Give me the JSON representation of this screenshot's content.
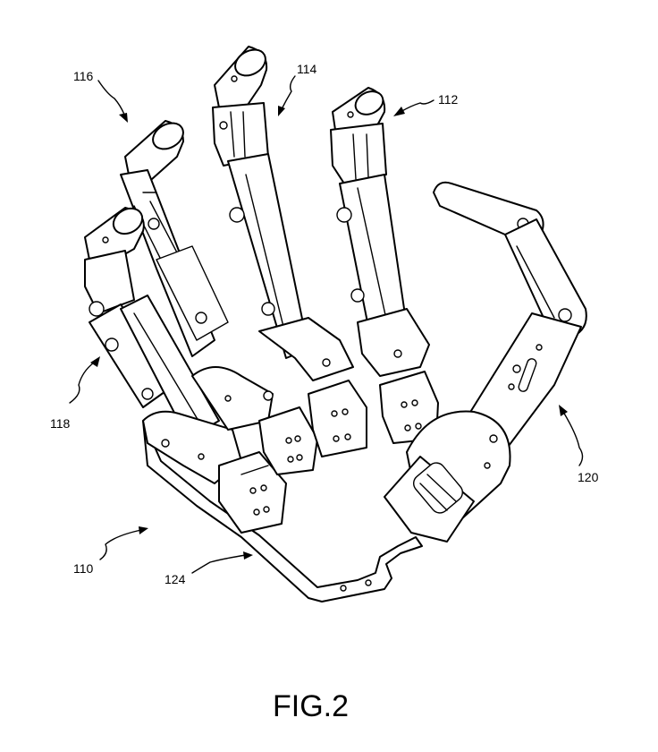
{
  "figure": {
    "caption": "FIG.2",
    "labels": {
      "finger_116": "116",
      "finger_114": "114",
      "finger_112": "112",
      "finger_118": "118",
      "thumb_120": "120",
      "hand_110": "110",
      "plate_124": "124"
    }
  }
}
